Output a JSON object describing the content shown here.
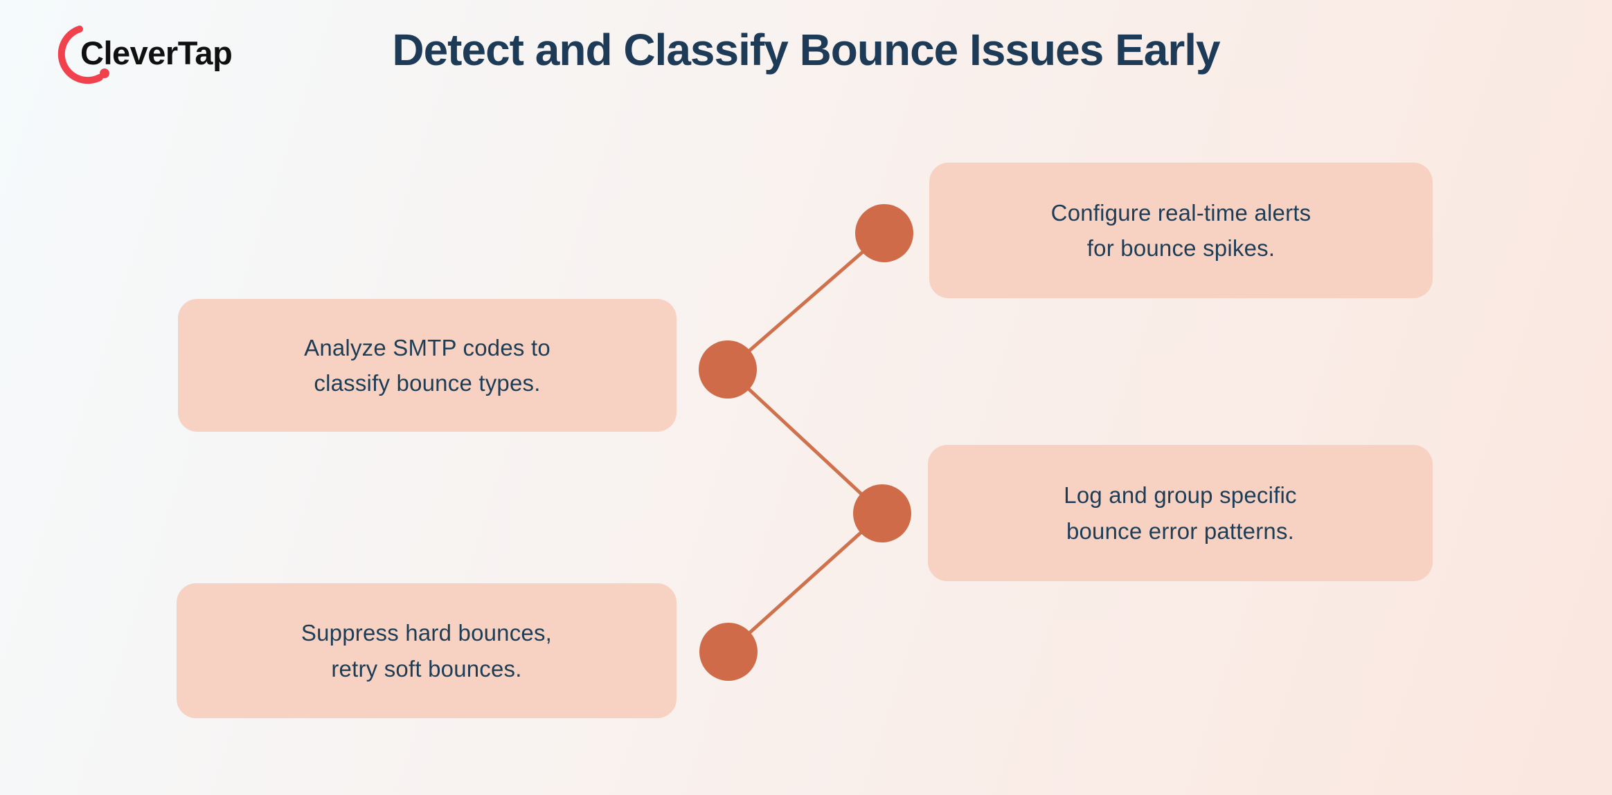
{
  "brand": {
    "name": "CleverTap"
  },
  "title": "Detect and Classify Bounce Issues Early",
  "steps": [
    {
      "name": "configure-alerts",
      "side": "right",
      "row": 1,
      "line1": "Configure real-time alerts",
      "line2": "for bounce spikes."
    },
    {
      "name": "analyze-smtp",
      "side": "left",
      "row": 2,
      "line1": "Analyze SMTP codes to",
      "line2": "classify bounce types."
    },
    {
      "name": "log-group",
      "side": "right",
      "row": 3,
      "line1": "Log and group specific",
      "line2": "bounce error patterns."
    },
    {
      "name": "suppress-retry",
      "side": "left",
      "row": 4,
      "line1": "Suppress hard bounces,",
      "line2": "retry soft bounces."
    }
  ],
  "colors": {
    "title_text": "#1d3a57",
    "box_fill": "#f7d2c2",
    "box_text": "#1d3c55",
    "node_fill": "#cf6b48",
    "connector": "#d0714d",
    "logo_red": "#f0414d",
    "logo_text": "#101010",
    "bg_start": "#f5fafc",
    "bg_mid": "#f9f1ee",
    "bg_end": "#fae7df"
  }
}
